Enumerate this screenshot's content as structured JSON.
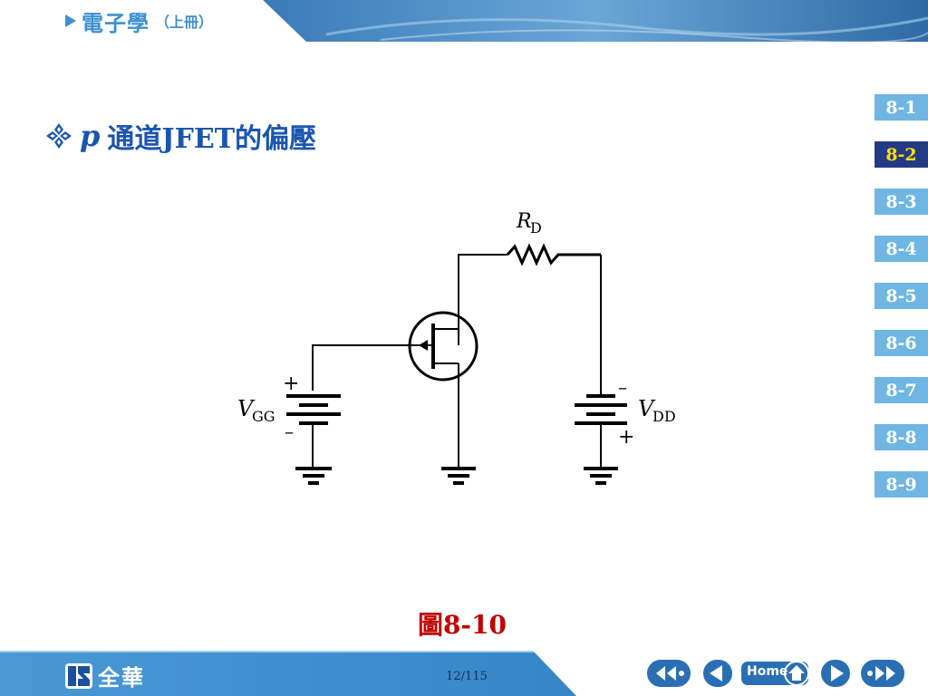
{
  "header": {
    "book_title": "電子學",
    "book_subtitle": "（上冊）"
  },
  "slide": {
    "heading_var": "p",
    "heading_text": "通道JFET的偏壓"
  },
  "section_nav": {
    "items": [
      {
        "label": "8-1",
        "active": false
      },
      {
        "label": "8-2",
        "active": true
      },
      {
        "label": "8-3",
        "active": false
      },
      {
        "label": "8-4",
        "active": false
      },
      {
        "label": "8-5",
        "active": false
      },
      {
        "label": "8-6",
        "active": false
      },
      {
        "label": "8-7",
        "active": false
      },
      {
        "label": "8-8",
        "active": false
      },
      {
        "label": "8-9",
        "active": false
      }
    ]
  },
  "circuit": {
    "rd_main": "R",
    "rd_sub": "D",
    "vgg_main": "V",
    "vgg_sub": "GG",
    "vdd_main": "V",
    "vdd_sub": "DD",
    "plus": "+",
    "minus": "–"
  },
  "figure": {
    "caption": "圖8-10"
  },
  "footer": {
    "publisher": "全華",
    "page_counter": "12/115",
    "home_label": "Home"
  },
  "colors": {
    "accent_blue": "#3d8fcf",
    "heading_blue": "#1a56b0",
    "nav_inactive": "#6fb6e2",
    "nav_active": "#233a85",
    "nav_active_text": "#ffe100",
    "caption_red": "#c20000"
  }
}
